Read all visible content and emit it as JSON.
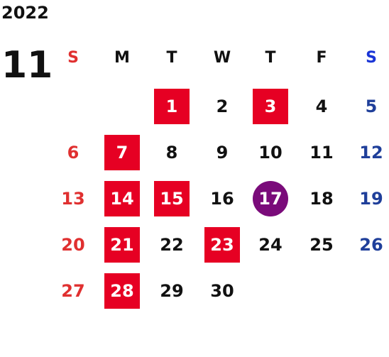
{
  "calendar": {
    "year": "2022",
    "month": "11",
    "weekday_headers": [
      "S",
      "M",
      "T",
      "W",
      "T",
      "F",
      "S"
    ],
    "weeks": [
      [
        "",
        "",
        "1",
        "2",
        "3",
        "4",
        "5"
      ],
      [
        "6",
        "7",
        "8",
        "9",
        "10",
        "11",
        "12"
      ],
      [
        "13",
        "14",
        "15",
        "16",
        "17",
        "18",
        "19"
      ],
      [
        "20",
        "21",
        "22",
        "23",
        "24",
        "25",
        "26"
      ],
      [
        "27",
        "28",
        "29",
        "30",
        "",
        "",
        ""
      ]
    ],
    "highlighted_days": [
      "1",
      "3",
      "7",
      "14",
      "15",
      "21",
      "23",
      "28"
    ],
    "today": "17",
    "colors": {
      "highlight_bg": "#e60023",
      "today_bg": "#7a0b7a",
      "sunday_text": "#e03030",
      "saturday_text": "#1f3f9a",
      "saturday_header": "#1a35d6",
      "default_text": "#111111"
    }
  }
}
